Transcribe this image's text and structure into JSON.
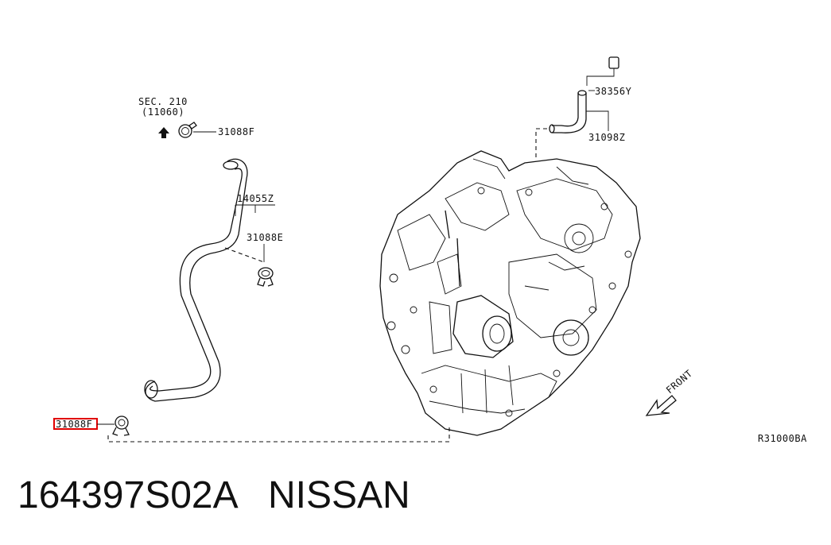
{
  "diagram": {
    "sec_ref": "SEC. 210",
    "sec_sub": "(11060)",
    "parts": {
      "clamp_top": "31088F",
      "hose": "14055Z",
      "clamp_mid": "31088E",
      "clamp_highlight": "31088F",
      "breather": "38356Y",
      "breather_hose": "31098Z"
    },
    "front_label": "FRONT",
    "figure_code": "R31000BA"
  },
  "caption": {
    "part_number": "164397S02A",
    "brand": "NISSAN"
  },
  "colors": {
    "line": "#111111",
    "highlight": "#e00000",
    "background": "#ffffff"
  }
}
